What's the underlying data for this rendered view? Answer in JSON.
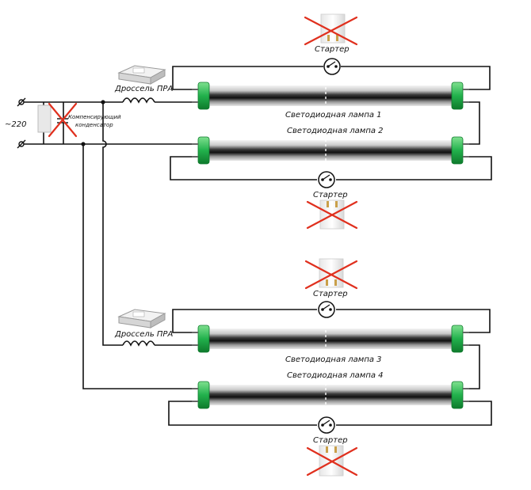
{
  "supply": {
    "voltage_label": "~220"
  },
  "capacitor": {
    "label_line1": "Компенсирующий",
    "label_line2": "конденсатор"
  },
  "ballasts": [
    {
      "label": "Дроссель ПРА"
    },
    {
      "label": "Дроссель ПРА"
    }
  ],
  "lamps": [
    {
      "label": "Светодиодная лампа 1"
    },
    {
      "label": "Светодиодная лампа 2"
    },
    {
      "label": "Светодиодная лампа 3"
    },
    {
      "label": "Светодиодная лампа 4"
    }
  ],
  "starters": [
    {
      "label": "Стартер"
    },
    {
      "label": "Стартер"
    },
    {
      "label": "Стартер"
    },
    {
      "label": "Стартер"
    }
  ],
  "colors": {
    "wire": "#111111",
    "lamp_cap": "#22b14c",
    "lamp_cap_dark": "#0e7a2c",
    "cross": "#e0301e"
  }
}
